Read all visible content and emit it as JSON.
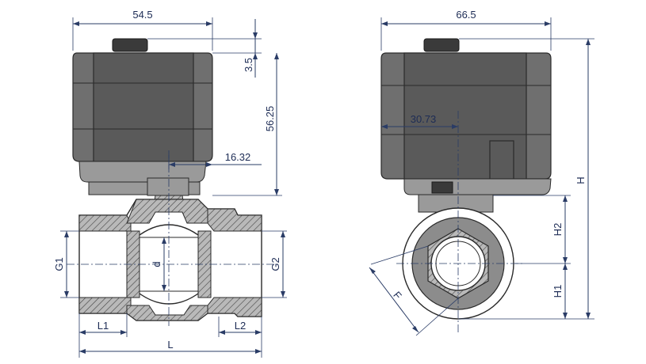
{
  "dimensions": {
    "actuator_width": "54.5",
    "cap_height": "3.5",
    "actuator_height": "56.25",
    "stem_offset": "16.32",
    "side_width": "66.5",
    "side_offset": "30.73",
    "H": "H",
    "H1": "H1",
    "H2": "H2",
    "F": "F",
    "G1": "G1",
    "G2": "G2",
    "d": "d",
    "L": "L",
    "L1": "L1",
    "L2": "L2"
  }
}
